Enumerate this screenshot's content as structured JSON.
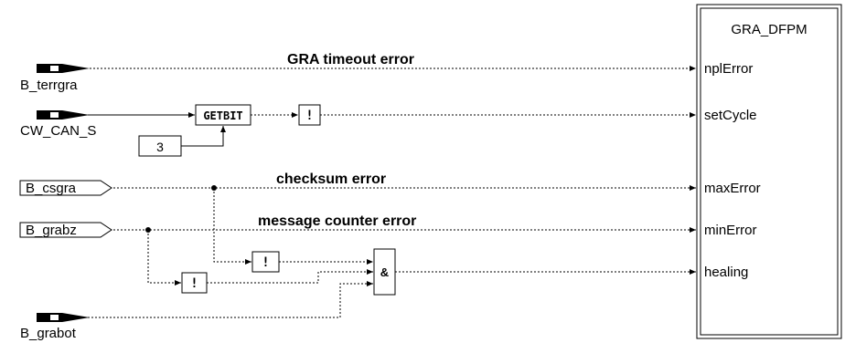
{
  "block": {
    "title": "GRA_DFPM",
    "ports": [
      "nplError",
      "setCycle",
      "maxError",
      "minError",
      "healing"
    ]
  },
  "inputs": {
    "b_terrgra": "B_terrgra",
    "cw_can_s": "CW_CAN_S",
    "b_csgra": "B_csgra",
    "b_grabz": "B_grabz",
    "b_grabot": "B_grabot"
  },
  "constant": "3",
  "operators": {
    "getbit": "GETBIT",
    "not": "!",
    "and": "&"
  },
  "signal_labels": {
    "timeout": "GRA timeout error",
    "checksum": "checksum error",
    "counter": "message counter error"
  }
}
